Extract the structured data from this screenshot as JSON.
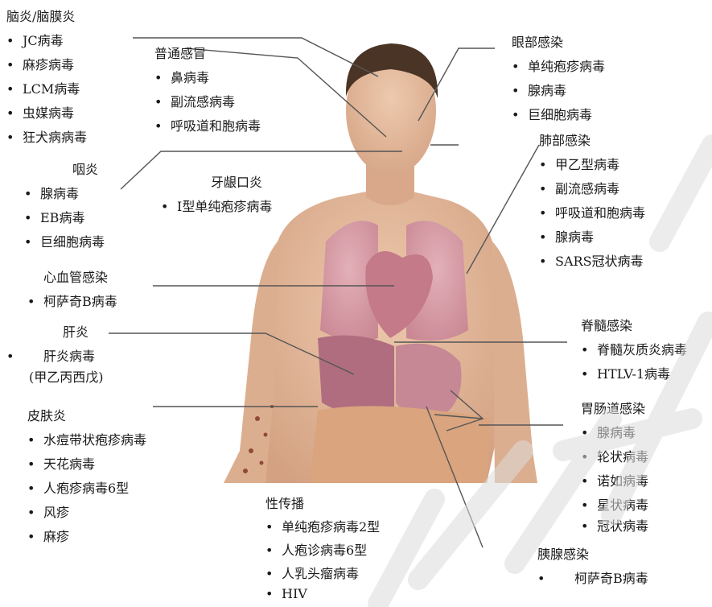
{
  "blocks": {
    "brain": {
      "title": "脑炎/脑膜炎",
      "items": [
        "JC病毒",
        "麻疹病毒",
        "LCM病毒",
        "虫媒病毒",
        "狂犬病病毒"
      ]
    },
    "cold": {
      "title": "普通感冒",
      "items": [
        "鼻病毒",
        "副流感病毒",
        "呼吸道和胞病毒"
      ]
    },
    "eye": {
      "title": "眼部感染",
      "items": [
        "单纯疱疹病毒",
        "腺病毒",
        "巨细胞病毒"
      ]
    },
    "lung": {
      "title": "肺部感染",
      "items": [
        "甲乙型病毒",
        "副流感病毒",
        "呼吸道和胞病毒",
        "腺病毒",
        "SARS冠状病毒"
      ]
    },
    "pharyngitis": {
      "title": "咽炎",
      "items": [
        "腺病毒",
        "EB病毒",
        "巨细胞病毒"
      ]
    },
    "gingival": {
      "title": "牙龈口炎",
      "items": [
        "I型单纯疱疹病毒"
      ]
    },
    "cardio": {
      "title": "心血管感染",
      "items": [
        "柯萨奇B病毒"
      ]
    },
    "liver": {
      "title": "肝炎",
      "item": "肝炎病毒",
      "sub": "(甲乙丙西戊)"
    },
    "spinal": {
      "title": "脊髓感染",
      "items": [
        "脊髓灰质炎病毒",
        "HTLV-1病毒"
      ]
    },
    "gi": {
      "title": "胃肠道感染",
      "items": [
        "腺病毒",
        "轮状病毒",
        "诺如病毒",
        "星状病毒",
        "冠状病毒"
      ]
    },
    "skin": {
      "title": "皮肤炎",
      "items": [
        "水痘带状疱疹病毒",
        "天花病毒",
        "人疱疹病毒6型",
        "风疹",
        "麻疹"
      ]
    },
    "sexual": {
      "title": "性传播",
      "items": [
        "单纯疱疹病毒2型",
        "人疱诊病毒6型",
        "人乳头瘤病毒",
        "HIV"
      ]
    },
    "pancreas": {
      "title": "胰腺感染",
      "items": [
        "柯萨奇B病毒"
      ]
    }
  },
  "colors": {
    "text": "#1a1a1a",
    "leader": "#555555",
    "skin": "#e2b79a",
    "organ": "#c98a98",
    "hair": "#4a3426",
    "watermark": "#dcdcdc"
  }
}
